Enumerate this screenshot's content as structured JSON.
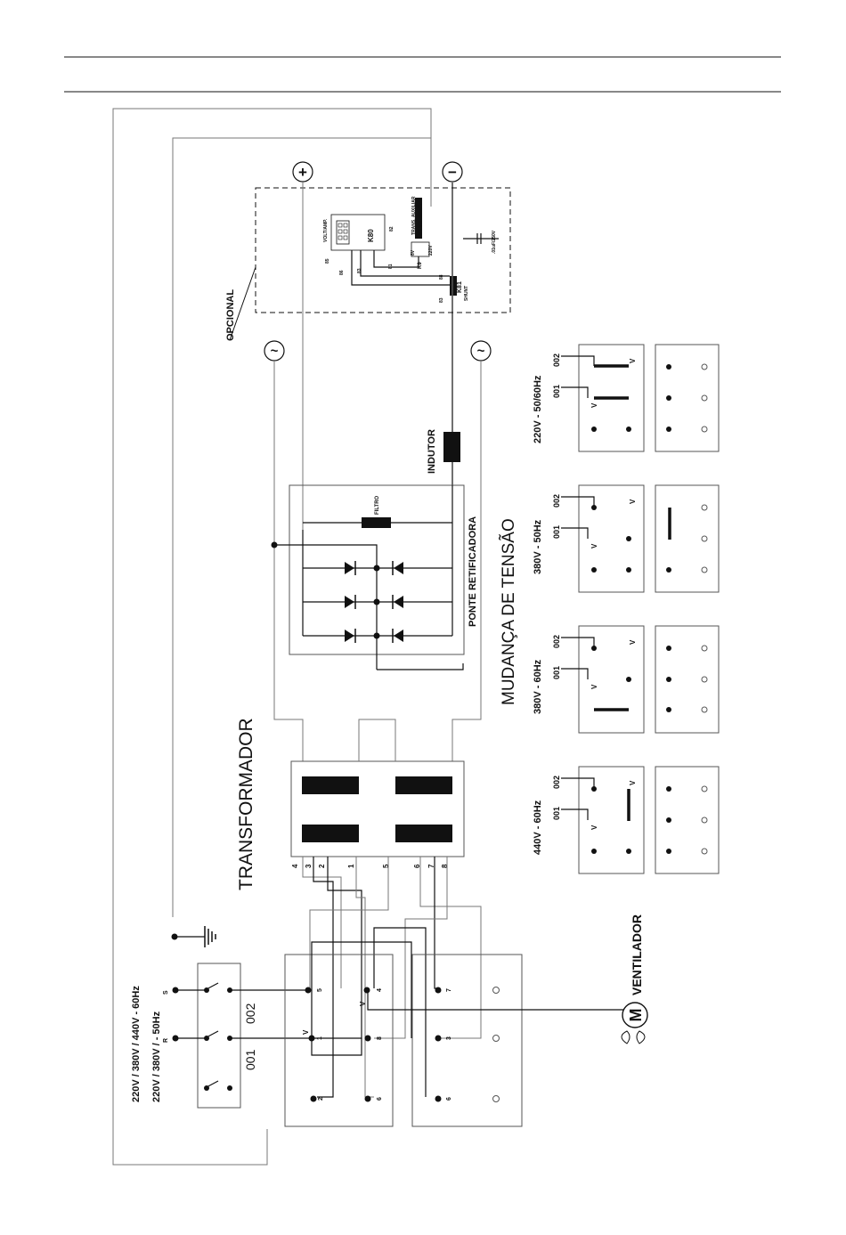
{
  "labels": {
    "opcional": "OPCIONAL",
    "transformador": "TRANSFORMADOR",
    "mudanca": "MUDANÇA DE TENSÃO",
    "ponte": "PONTE RETIFICADORA",
    "indutor": "INDUTOR",
    "filtro": "FILTRO",
    "ventilador": "VENTILADOR",
    "motor": "M",
    "plus": "+",
    "minus": "−",
    "tilde": "~",
    "supply_line1": "220V / 380V / 440V - 60Hz",
    "supply_line2": "220V / 380V / - 50Hz",
    "sw_001": "001",
    "sw_002": "002",
    "phase_s": "S",
    "phase_r": "R",
    "v": "V",
    "k80": "K80",
    "k81": "K81",
    "k9": "K9",
    "shunt": "SHUNT",
    "voltamp": "VOLT/AMP.",
    "trans_aux": "TRANS. AUXILIAR",
    "de_voltamp": "DE VOLT/AMP.",
    "cap": ".01uF/250V",
    "v220": "220V",
    "v8": "8V",
    "n82": "82",
    "n81": "81",
    "n83": "83",
    "n85": "85",
    "n86": "86",
    "n88": "88"
  },
  "transformer_terminals": [
    "4",
    "3",
    "2",
    "1",
    "5",
    "6",
    "7",
    "8"
  ],
  "terminal_block": {
    "col1": [
      "5",
      "1",
      "2"
    ],
    "col2": [
      "4",
      "8",
      "6"
    ],
    "col3": [
      "7",
      "3",
      "6"
    ]
  },
  "configurations": [
    {
      "voltage": "220V - 50/60Hz",
      "t002": "002",
      "t001": "001"
    },
    {
      "voltage": "380V - 50Hz",
      "t002": "002",
      "t001": "001"
    },
    {
      "voltage": "380V - 60Hz",
      "t002": "002",
      "t001": "001"
    },
    {
      "voltage": "440V - 60Hz",
      "t002": "002",
      "t001": "001"
    }
  ]
}
